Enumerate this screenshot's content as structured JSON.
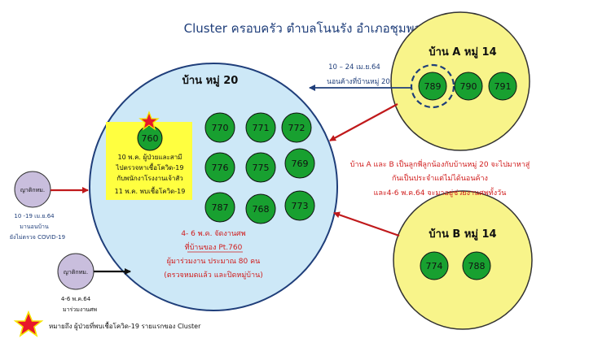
{
  "title": "Cluster ครอบครัว ตำบลโนนรัง อำเภอชุมพวง",
  "houses": {
    "main": {
      "label": "บ้าน หมู่ 20",
      "nodes": [
        "770",
        "771",
        "772",
        "776",
        "775",
        "769",
        "787",
        "768",
        "773"
      ]
    },
    "a": {
      "label": "บ้าน A หมู่ 14",
      "nodes": [
        "789",
        "790",
        "791"
      ]
    },
    "b": {
      "label": "บ้าน B หมู่ 14",
      "nodes": [
        "774",
        "788"
      ]
    }
  },
  "index_case": {
    "node": "760",
    "lines": [
      "10 พ.ค. ผู้ป่วยและสามี",
      "ไปตรวจหาเชื้อโควิด-19",
      "กับพนักงาโรงงานเจ้าสัว",
      "11 พ.ค.  พบเชื้อโควิด-19"
    ]
  },
  "funeral_note": {
    "lines": [
      "4- 6 พ.ค. จัดงานศพ",
      "ที่บ้านของ Pt.760",
      "ผู้มาร่วมงาน ประมาณ 80 คน",
      "(ตรวจหมดแล้ว และปิดหมู่บ้าน)"
    ]
  },
  "house_a_note": {
    "lines": [
      "10 – 24 เม.ย.64",
      "นอนค้างที่บ้านหมู่ 20"
    ]
  },
  "relationship_note": {
    "lines": [
      "บ้าน A และ B เป็นลูกพี่ลูกน้องกับบ้านหมู่ 20 จะไปมาหาสู่",
      "กันเป็นประจำแต่ไม่ได้นอนค้าง",
      "และ4-6 พ.ค.64 จะมาอยู่ช่วยงานศพทั้งวัน"
    ]
  },
  "relative_1": {
    "label": "ญาติกทม.",
    "lines": [
      "10 -19 เม.ย.64",
      "มานอนบ้าน",
      "ยังไม่ตรวจ COVID-19"
    ]
  },
  "relative_2": {
    "label": "ญาติกทม.",
    "lines": [
      "4-6 พ.ค.64",
      "มาร่วมงานศพ"
    ]
  },
  "legend": {
    "text": "หมายถึง ผู้ป่วยที่พบเชื้อโควิด-19 รายแรกของ Cluster"
  },
  "colors": {
    "main_house": "#cde8f7",
    "side_house": "#f8f48a",
    "node": "#18a030",
    "index_box": "#ffff40",
    "relative": "#c9bedd",
    "arrow_red": "#c0191b",
    "arrow_navy": "#1f3e7a",
    "star": "#e8162a"
  }
}
